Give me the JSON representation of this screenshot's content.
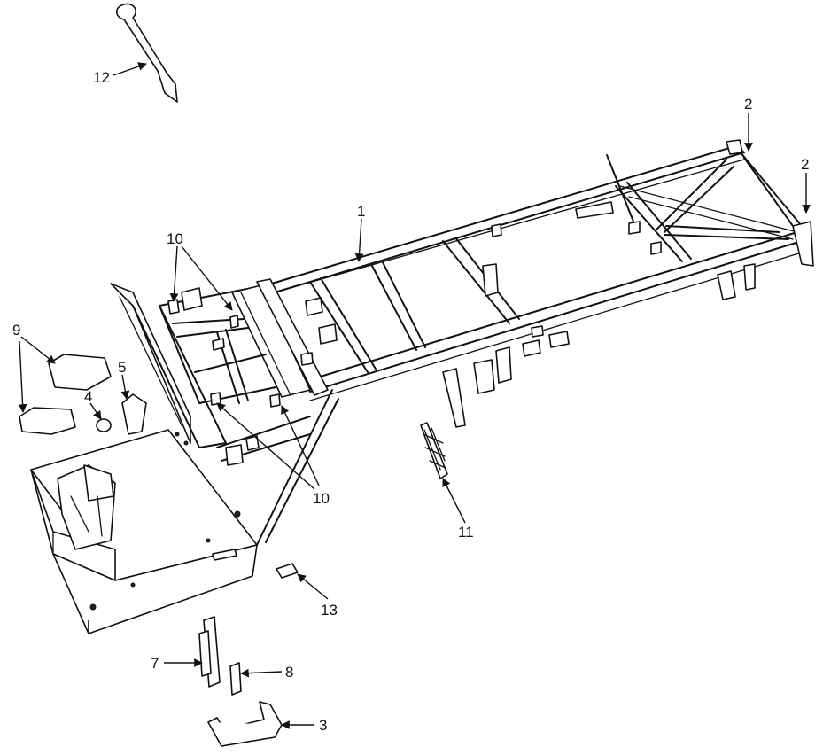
{
  "callouts": [
    {
      "id": "c1",
      "label": "1"
    },
    {
      "id": "c2a",
      "label": "2"
    },
    {
      "id": "c2b",
      "label": "2"
    },
    {
      "id": "c3",
      "label": "3"
    },
    {
      "id": "c4",
      "label": "4"
    },
    {
      "id": "c5",
      "label": "5"
    },
    {
      "id": "c7",
      "label": "7"
    },
    {
      "id": "c8",
      "label": "8"
    },
    {
      "id": "c9",
      "label": "9"
    },
    {
      "id": "c10a",
      "label": "10"
    },
    {
      "id": "c10b",
      "label": "10"
    },
    {
      "id": "c11",
      "label": "11"
    },
    {
      "id": "c12",
      "label": "12"
    },
    {
      "id": "c13",
      "label": "13"
    }
  ]
}
